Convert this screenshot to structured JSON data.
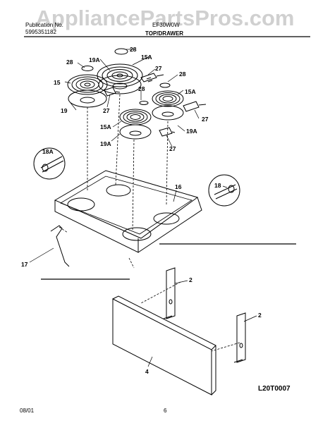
{
  "header": {
    "publication_label": "Publication No.",
    "publication_number": "5995351182",
    "model": "EF30W0W",
    "section_title": "TOP/DRAWER"
  },
  "watermark": "AppliancePartsPros.com",
  "callouts": [
    "28",
    "15A",
    "28",
    "19A",
    "27",
    "28",
    "15",
    "15A",
    "19",
    "28",
    "27",
    "19A",
    "27",
    "15A",
    "19A",
    "27",
    "18A",
    "16",
    "18",
    "17",
    "2",
    "2",
    "4"
  ],
  "diagram_code": "L20T0007",
  "footer": {
    "date": "08/01",
    "page": "6"
  },
  "colors": {
    "line": "#000000",
    "background": "#ffffff",
    "watermark": "#bdbdbd"
  }
}
